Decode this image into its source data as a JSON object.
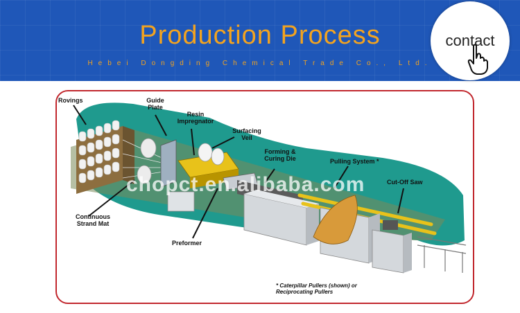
{
  "header": {
    "title": "Production Process",
    "subtitle": "Hebei Dongding Chemical Trade Co., Ltd."
  },
  "contact_button": {
    "label": "contact",
    "icon": "pointing-hand-icon"
  },
  "diagram": {
    "labels": {
      "rovings": "Rovings",
      "guide_plate": "Guide Plate",
      "resin_impregnator": "Resin Impregnator",
      "surfacing_veil": "Surfacing Veil",
      "forming_curing_die": "Forming & Curing Die",
      "pulling_system": "Pulling System *",
      "cut_off_saw": "Cut-Off Saw",
      "continuous_strand_mat": "Continuous Strand Mat",
      "preformer": "Preformer"
    },
    "footnote": "* Caterpillar Pullers (shown) or Reciprocating Pullers",
    "watermark": "chopct.en.alibaba.com"
  },
  "colors": {
    "banner": "#1f57b8",
    "accent": "#f2a320",
    "frame": "#c1272d",
    "backdrop": "#1f9a8e",
    "resin": "#e8c21a",
    "machine": "#d4d8dc"
  }
}
